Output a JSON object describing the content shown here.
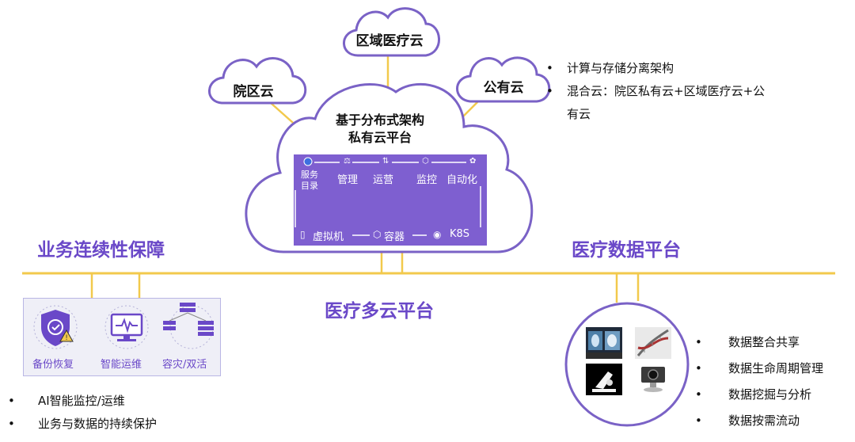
{
  "clouds": {
    "regional": "区域医疗云",
    "campus": "院区云",
    "public": "公有云"
  },
  "center_cloud": {
    "title_line1": "基于分布式架构",
    "title_line2": "私有云平台",
    "services": {
      "catalog_line1": "服务",
      "catalog_line2": "目录",
      "manage": "管理",
      "operate": "运营",
      "monitor": "监控",
      "automation": "自动化"
    },
    "infra": {
      "vm": "虚拟机",
      "container": "容器",
      "k8s": "K8S"
    }
  },
  "top_right_bullets": {
    "item1": "计算与存储分离架构",
    "item2_line1": "混合云：院区私有云+区域医疗云+公",
    "item2_line2": "有云"
  },
  "sections": {
    "business_continuity": "业务连续性保障",
    "medical_data_platform": "医疗数据平台",
    "medical_multicloud": "医疗多云平台"
  },
  "left_panel": {
    "backup": "备份恢复",
    "smart_ops": "智能运维",
    "disaster": "容灾/双活"
  },
  "left_bullets": {
    "item1": "AI智能监控/运维",
    "item2": "业务与数据的持续保护"
  },
  "right_bullets": {
    "item1": "数据整合共享",
    "item2": "数据生命周期管理",
    "item3": "数据挖掘与分析",
    "item4": "数据按需流动"
  },
  "bullet_symbol": "•",
  "colors": {
    "accent_purple": "#6a48c8",
    "platform_purple": "#7e5fd0",
    "connector_gold": "#f2c94c",
    "cloud_stroke": "#7a62c6"
  }
}
